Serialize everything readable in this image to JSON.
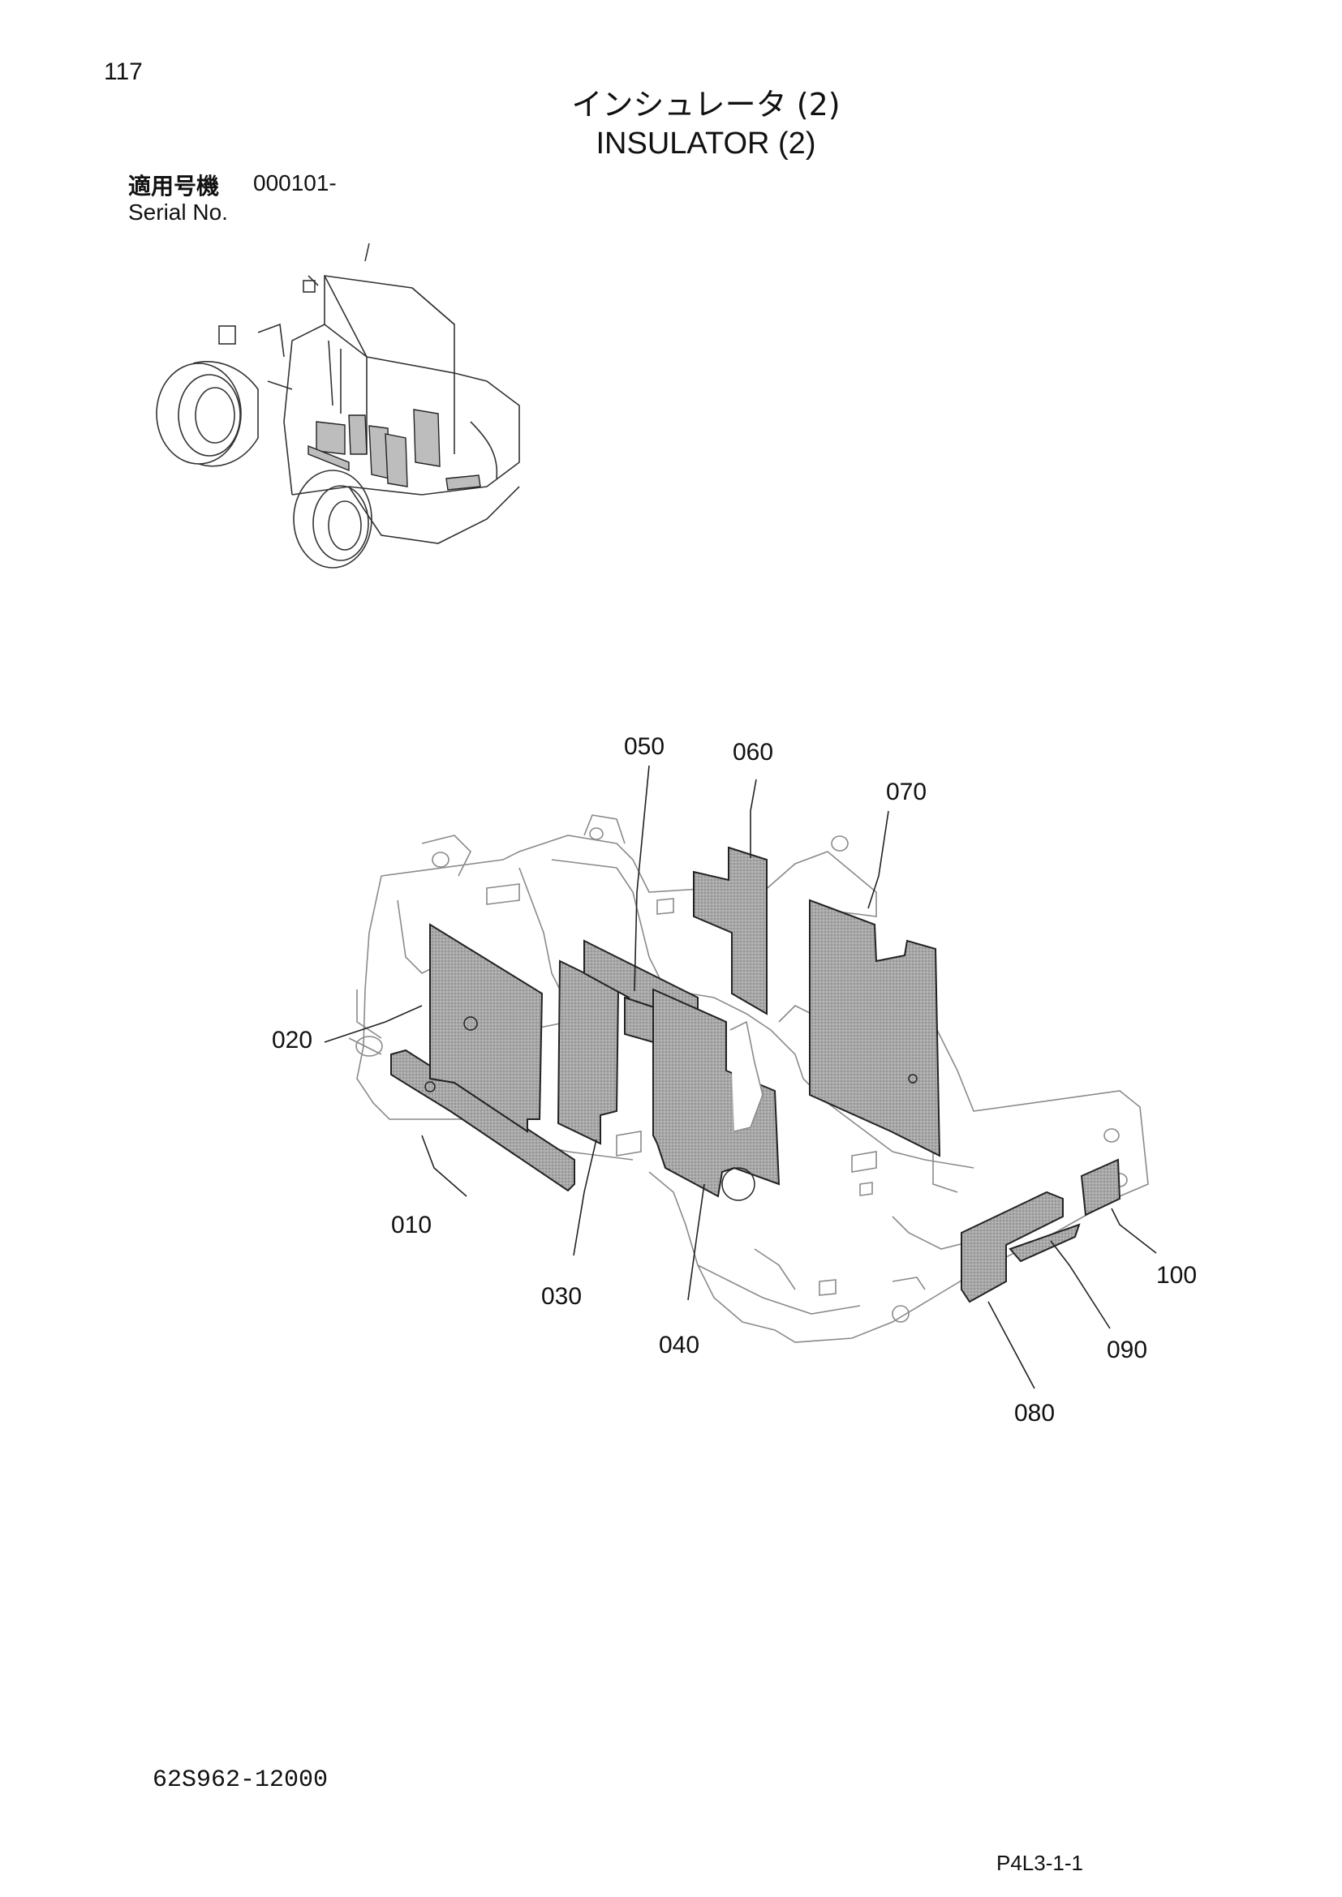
{
  "header": {
    "page_number": "117",
    "title_ja": "インシュレータ (2)",
    "title_en": "INSULATOR (2)",
    "serial_label_ja": "適用号機",
    "serial_range": "000101-",
    "serial_label_en": "Serial No."
  },
  "diagram": {
    "callouts": [
      {
        "id": "010",
        "label": "010"
      },
      {
        "id": "020",
        "label": "020"
      },
      {
        "id": "030",
        "label": "030"
      },
      {
        "id": "040",
        "label": "040"
      },
      {
        "id": "050",
        "label": "050"
      },
      {
        "id": "060",
        "label": "060"
      },
      {
        "id": "070",
        "label": "070"
      },
      {
        "id": "080",
        "label": "080"
      },
      {
        "id": "090",
        "label": "090"
      },
      {
        "id": "100",
        "label": "100"
      }
    ]
  },
  "footer": {
    "doc_number": "62S962-12000",
    "page_code": "P4L3-1-1"
  }
}
